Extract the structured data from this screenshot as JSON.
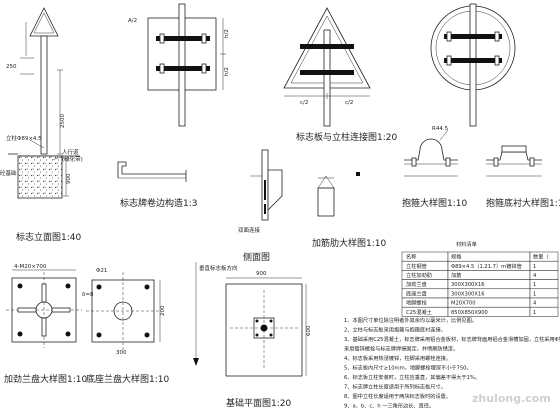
{
  "captions": {
    "elevation": "标志立面图1:40",
    "connection": "标志板与立柱连接图1:20",
    "rolled_edge": "标志牌卷边构造1:3",
    "hoop": "抱箍大样图1:10",
    "hoop_lining": "抱箍底衬大样图1:10",
    "stiffener": "加筋肋大样图1:10",
    "side": "侧面图",
    "flange": "加劲兰盘大样图1:10",
    "base_flange": "底座兰盘大样图1:10",
    "foundation_plan": "基础平面图1:20"
  },
  "dims": {
    "d250": "250",
    "d2500": "2500",
    "d900": "900",
    "pole": "立柱Φ89×4.5",
    "walkway": "人行道",
    "greening": "(绿化带)",
    "base": "砼基础",
    "half_a": "A/2",
    "h1": "h/2",
    "h2": "h/2",
    "c1": "c/2",
    "c2": "c/2",
    "hoop_r": "R44.5",
    "plate": "双面连接",
    "bolts": "4-M20×700",
    "phi21": "Φ21",
    "d200": "200",
    "t8": "δ=8",
    "d300": "300",
    "d600": "600",
    "d900b": "900",
    "vertical_note": "垂直标志板方向"
  },
  "materials": {
    "title": "材料清单",
    "headers": [
      "名称",
      "规格",
      "数量（"
    ],
    "rows": [
      [
        "立柱钢管",
        "Φ89×4.5（1.21.7）m镀锌管",
        "1"
      ],
      [
        "立柱加劲肋",
        "加筋",
        "4"
      ],
      [
        "加劲兰盘",
        "300X300X16",
        "1"
      ],
      [
        "底座兰盘",
        "300X300X16",
        "1"
      ],
      [
        "地脚螺栓",
        "M20X700",
        "4"
      ],
      [
        "C25混凝土",
        "850X850X900",
        "1"
      ]
    ]
  },
  "notes": [
    "1、本图尺寸单位除注明者外其余均以毫米计，比例见图。",
    "2、立柱与标志板采用抱箍与抱箍底衬连接。",
    "3、基础采用C25混凝土，标志牌采用铝合金板材，标志牌背面用铝合金滑槽加固，立柱采用Φ钢管，",
    "   采用镀锌螺栓与标志牌焊接固定，并喷刷防锈漆。",
    "4、标志板采用热浸镀锌，柱脚采用螺栓连接。",
    "5、标志板内尺寸≥10mm，地脚螺栓埋深不小于750。",
    "6、标志板立柱安装时，立柱应垂直，其偏差不得大于1%。",
    "7、标志牌立柱长度适用于所列标志板尺寸。",
    "8、图中立柱长度适用于两块标志板时的设置。",
    "9、a、b、c、h 一三角形边长、直径。"
  ],
  "watermark": "zhulong.com"
}
